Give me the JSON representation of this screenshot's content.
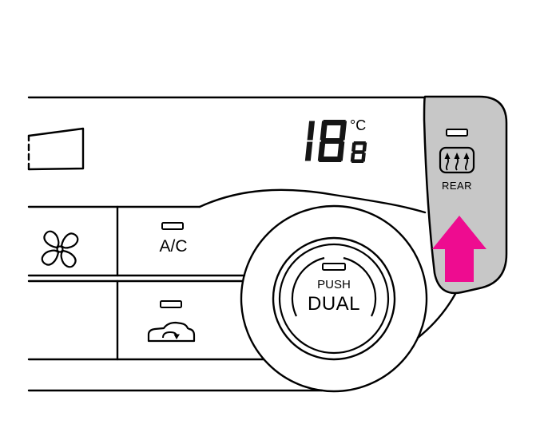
{
  "display": {
    "value_main": "18",
    "value_sub": "8",
    "unit": "°C"
  },
  "labels": {
    "rear": "REAR",
    "ac": "A/C",
    "push": "PUSH",
    "dual": "DUAL"
  },
  "icons": {
    "fan": "fan-icon",
    "rear_defrost": "rear-defrost-icon",
    "recirculation": "recirculation-car-icon",
    "indicator": "indicator-bar",
    "annotation": "up-arrow-icon"
  },
  "arrow": {
    "color": "#EE0C90"
  },
  "colors": {
    "line": "#000000",
    "button_fill": "#C7C7C7",
    "background": "#FFFFFF",
    "segment": "#151515"
  }
}
